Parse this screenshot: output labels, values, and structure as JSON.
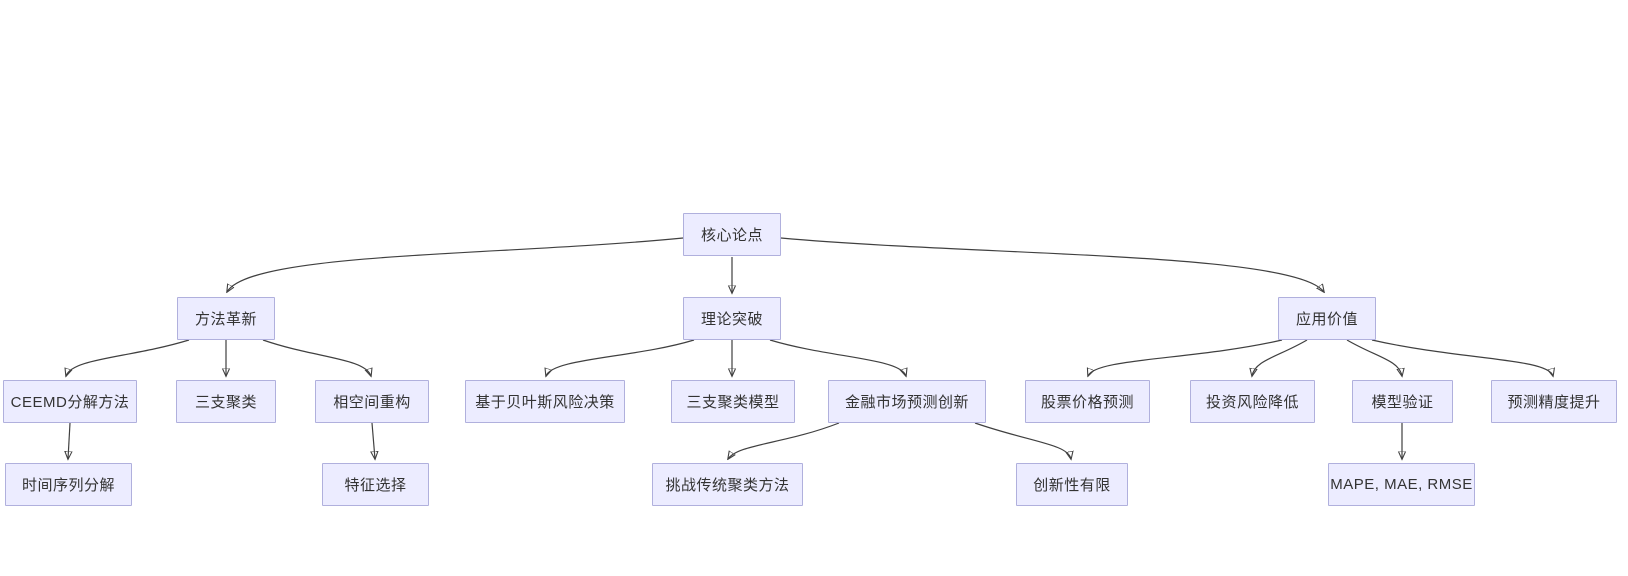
{
  "diagram": {
    "type": "flowchart",
    "direction": "top-down",
    "title": "核心论点",
    "colors": {
      "node_fill": "#ececff",
      "node_border": "#b0b0dd",
      "edge": "#404040",
      "text": "#333333",
      "background": "#ffffff"
    },
    "nodes": {
      "core": {
        "label": "核心论点"
      },
      "method": {
        "label": "方法革新"
      },
      "theory": {
        "label": "理论突破"
      },
      "application": {
        "label": "应用价值"
      },
      "ceemd": {
        "label": "CEEMD分解方法"
      },
      "threeWay": {
        "label": "三支聚类"
      },
      "phaseSpace": {
        "label": "相空间重构"
      },
      "bayes": {
        "label": "基于贝叶斯风险决策"
      },
      "twcModel": {
        "label": "三支聚类模型"
      },
      "finInnovation": {
        "label": "金融市场预测创新"
      },
      "stockPred": {
        "label": "股票价格预测"
      },
      "riskReduce": {
        "label": "投资风险降低"
      },
      "modelValid": {
        "label": "模型验证"
      },
      "precision": {
        "label": "预测精度提升"
      },
      "timeSeries": {
        "label": "时间序列分解"
      },
      "featureSel": {
        "label": "特征选择"
      },
      "challenge": {
        "label": "挑战传统聚类方法"
      },
      "limited": {
        "label": "创新性有限"
      },
      "metrics": {
        "label": "MAPE, MAE, RMSE"
      }
    },
    "edges": [
      {
        "from": "core",
        "to": "method"
      },
      {
        "from": "core",
        "to": "theory"
      },
      {
        "from": "core",
        "to": "application"
      },
      {
        "from": "method",
        "to": "ceemd"
      },
      {
        "from": "method",
        "to": "threeWay"
      },
      {
        "from": "method",
        "to": "phaseSpace"
      },
      {
        "from": "theory",
        "to": "bayes"
      },
      {
        "from": "theory",
        "to": "twcModel"
      },
      {
        "from": "theory",
        "to": "finInnovation"
      },
      {
        "from": "application",
        "to": "stockPred"
      },
      {
        "from": "application",
        "to": "riskReduce"
      },
      {
        "from": "application",
        "to": "modelValid"
      },
      {
        "from": "application",
        "to": "precision"
      },
      {
        "from": "ceemd",
        "to": "timeSeries"
      },
      {
        "from": "phaseSpace",
        "to": "featureSel"
      },
      {
        "from": "finInnovation",
        "to": "challenge"
      },
      {
        "from": "finInnovation",
        "to": "limited"
      },
      {
        "from": "modelValid",
        "to": "metrics"
      }
    ]
  }
}
